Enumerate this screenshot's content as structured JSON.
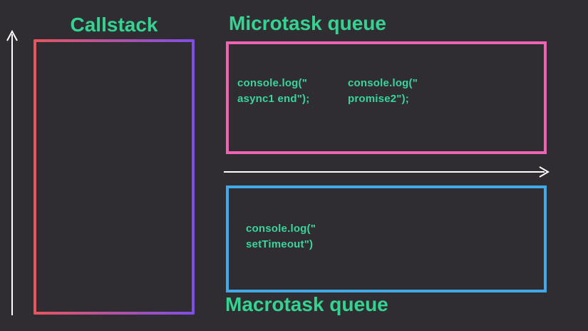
{
  "diagram": {
    "callstack": {
      "title": "Callstack",
      "items": []
    },
    "microtask_queue": {
      "title": "Microtask queue",
      "items": [
        {
          "code": "console.log(\"\nasync1 end\");"
        },
        {
          "code": "console.log(\"\npromise2\");"
        }
      ]
    },
    "macrotask_queue": {
      "title": "Macrotask queue",
      "items": [
        {
          "code": "console.log(\"\nsetTimeout\")"
        }
      ]
    }
  },
  "colors": {
    "background": "#2f2d31",
    "title_green": "#35d392",
    "code_green": "#3bd49c",
    "callstack_border_gradient_start": "#e8555e",
    "callstack_border_gradient_end": "#7d4ee8",
    "microtask_border": "#ef64b2",
    "macrotask_border": "#41a8ea",
    "arrow": "#ffffff"
  },
  "icons": {
    "up_arrow": "up-arrow-icon",
    "right_arrow": "right-arrow-icon"
  }
}
